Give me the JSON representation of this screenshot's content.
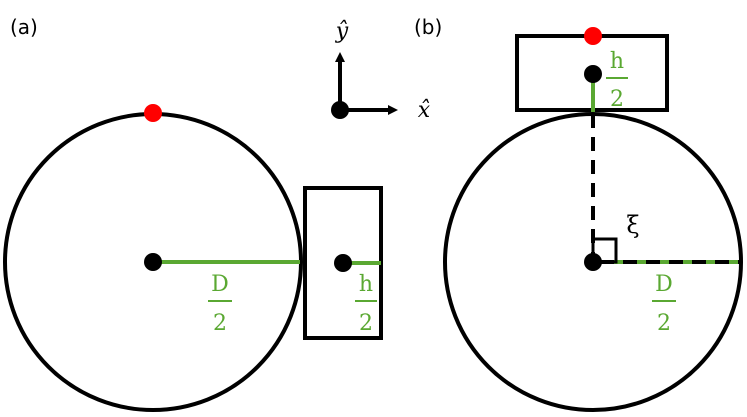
{
  "panel_a": {
    "label": "(a)",
    "radius_numerator": "D",
    "radius_denominator": "2",
    "half_height_numerator": "h",
    "half_height_denominator": "2"
  },
  "panel_b": {
    "label": "(b)",
    "half_height_numerator": "h",
    "half_height_denominator": "2",
    "angle_symbol": "ξ",
    "radius_numerator": "D",
    "radius_denominator": "2"
  },
  "axes": {
    "y_label": "ŷ",
    "x_label": "x̂"
  },
  "colors": {
    "outline": "#000000",
    "dimension": "#5aa832",
    "marker": "#ff0000",
    "background": "#ffffff"
  }
}
